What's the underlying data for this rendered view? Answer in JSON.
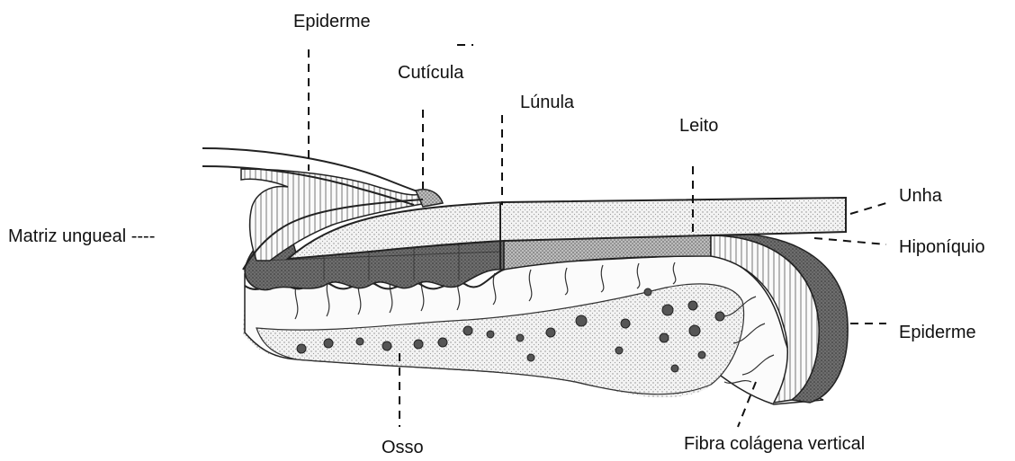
{
  "labels": {
    "epiderme_top": "Epiderme",
    "cuticula": "Cutícula",
    "lunula": "Lúnula",
    "leito": "Leito",
    "unha": "Unha",
    "matriz": "Matriz ungueal ----",
    "hiponiquio": "Hiponíquio",
    "epiderme_right": "Epiderme",
    "osso": "Osso",
    "fibra": "Fibra colágena vertical"
  },
  "colors": {
    "ink": "#111111",
    "dark_tissue": "#7a7a7a",
    "nail_plate": "#e4e4e4",
    "lunula_zone": "#c9c9c9",
    "bone_stipple": "#dcdcdc"
  }
}
